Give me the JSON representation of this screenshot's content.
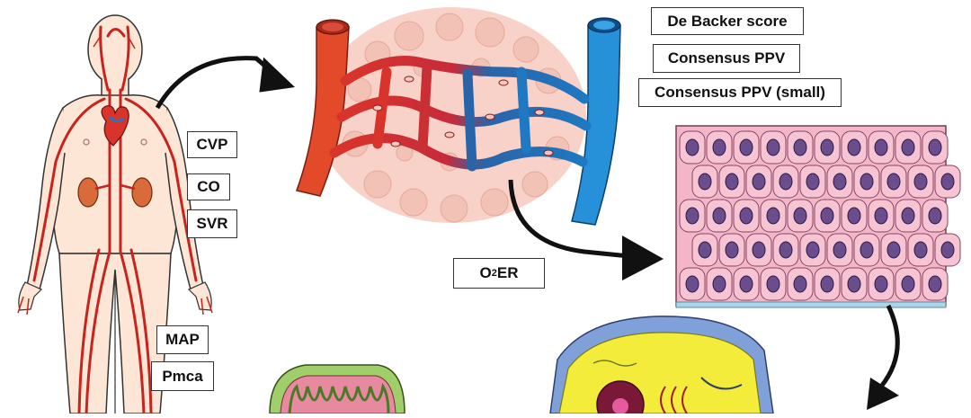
{
  "colors": {
    "artery": "#d9342b",
    "vein": "#1e78c2",
    "skin": "#fde6d6",
    "epithelium": "#f2b8cc",
    "nucleus": "#6a4d8c",
    "arrow": "#111111",
    "cell_membrane": "#7fa0d8",
    "cytoplasm": "#f4ec3a"
  },
  "labels": {
    "cvp": "CVP",
    "co": "CO",
    "svr": "SVR",
    "map": "MAP",
    "pmca": "Pmca",
    "o2er_main": "O",
    "o2er_sub": "2",
    "o2er_rest": "ER",
    "de_backer": "De Backer score",
    "consensus_ppv": "Consensus PPV",
    "consensus_ppv_small": "Consensus PPV (small)"
  },
  "icons": [
    "human-body-icon",
    "capillary-network-icon",
    "epithelial-tissue-icon",
    "cell-icon",
    "mitochondrion-icon",
    "curved-arrow-icon"
  ]
}
